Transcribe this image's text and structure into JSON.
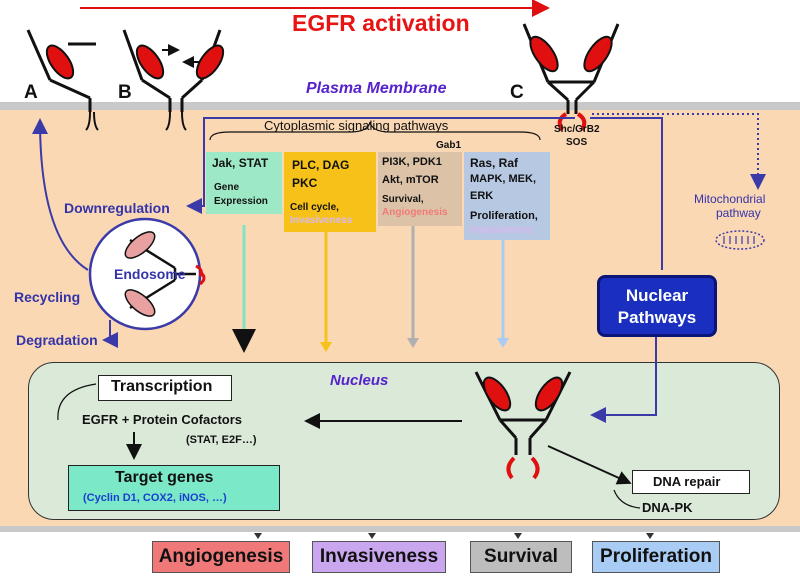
{
  "title": "EGFR activation",
  "membrane_label": "Plasma Membrane",
  "receptor_labels": [
    "A",
    "B",
    "C"
  ],
  "cyto_label": "Cytoplasmic signaling pathways",
  "adaptor_label_1": "Shc/GrB2",
  "adaptor_label_2": "SOS",
  "gab_label": "Gab1",
  "pathway_boxes": [
    {
      "line1": "Jak, STAT",
      "line2": "",
      "line3": "Gene",
      "line4": "Expression",
      "line4_color": "#111111",
      "color": "#9de8c5"
    },
    {
      "line1": "PLC, DAG",
      "line2": "PKC",
      "line3": "Cell cycle,",
      "line4": "Invasiveness",
      "line4_color": "#d9b8f0",
      "color": "#f6c21a"
    },
    {
      "line1": "PI3K, PDK1",
      "line2": "Akt, mTOR",
      "line3": "Survival,",
      "line4": "Angiogenesis",
      "line4_color": "#f07a7a",
      "color": "#dcc3a8"
    },
    {
      "line1": "Ras, Raf",
      "line2": "MAPK, MEK,",
      "line3": "ERK",
      "line4": "Proliferation,",
      "line5": "Invasivenss",
      "line4_color": "#111111",
      "color": "#b6c8e2"
    }
  ],
  "downregulation": "Downregulation",
  "endosome": "Endosome",
  "recycling": "Recycling",
  "degradation": "Degradation",
  "mito_label_1": "Mitochondrial",
  "mito_label_2": "pathway",
  "nuclear_pathways": "Nuclear Pathways",
  "nucleus_label": "Nucleus",
  "transcription": "Transcription",
  "cofactors": "EGFR + Protein Cofactors",
  "cofactor_examples": "(STAT, E2F…)",
  "target_genes": "Target genes",
  "target_examples": "(Cyclin D1, COX2, iNOS, …)",
  "dna_repair": "DNA repair",
  "dna_pk": "DNA-PK",
  "outcomes": [
    {
      "label": "Angiogenesis",
      "color": "#f07878"
    },
    {
      "label": "Invasiveness",
      "color": "#c9a6ee"
    },
    {
      "label": "Survival",
      "color": "#bdbdbd"
    },
    {
      "label": "Proliferation",
      "color": "#a9ccf4"
    }
  ],
  "colors": {
    "cytoplasm": "#fbd8b4",
    "nucleus": "#dbe9d9",
    "membrane": "#c8c8c8",
    "pathway_arrow": "#3a3aa8",
    "receptor_red": "#e01010",
    "title_red": "#e81414",
    "label_blue": "#3333aa",
    "membrane_text": "#5522cc",
    "nuclear_box": "#1a2fbf"
  }
}
